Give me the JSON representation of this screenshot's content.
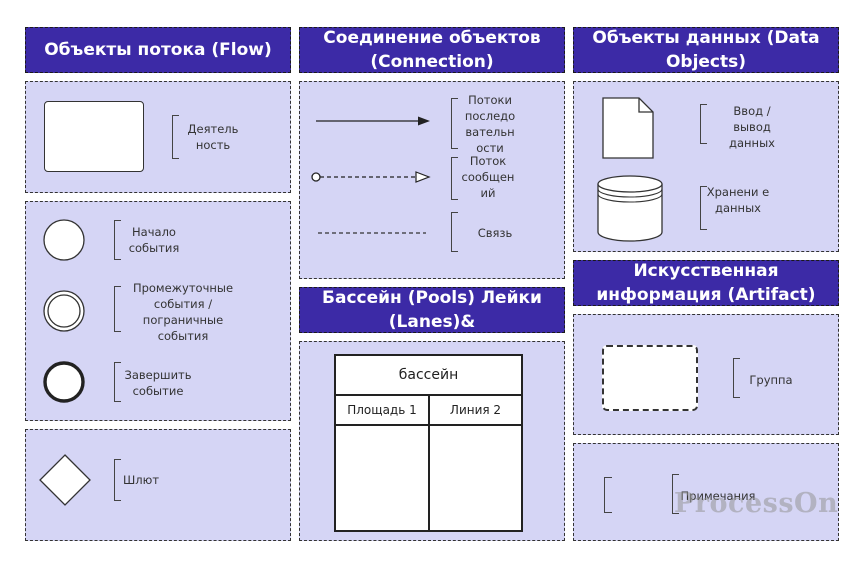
{
  "headers": {
    "flow": "Объекты потока (Flow)",
    "connection": "Соединение объектов (Connection)",
    "data_objects": "Объекты данных (Data Objects)",
    "pools": "Бассейн (Pools) Лейки (Lanes)&",
    "artifact": "Искусственная информация (Artifact)"
  },
  "flow": {
    "activity": "Деятель ность",
    "start_event": "Начало события",
    "intermediate_event": "Промежуточные события / пограничные события",
    "end_event": "Завершить событие",
    "gateway": "Шлют"
  },
  "connection": {
    "sequence_flow": "Потоки последо вательн ости",
    "message_flow": "Поток сообщен ий",
    "association": "Связь"
  },
  "data_objects": {
    "input_output": "Ввод / вывод данных",
    "data_store": "Хранени е данных"
  },
  "pool": {
    "title": "бассейн",
    "lane_1": "Площадь 1",
    "lane_2": "Линия 2"
  },
  "artifact": {
    "group": "Группа",
    "annotation": "Примечания"
  },
  "watermark": "ProcessOn"
}
